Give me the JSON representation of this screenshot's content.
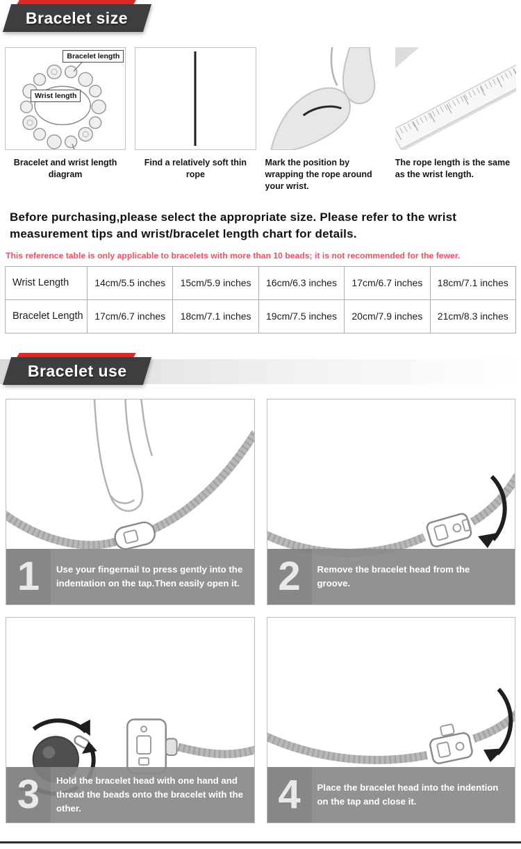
{
  "banners": {
    "size": "Bracelet size",
    "use": "Bracelet use"
  },
  "figures": [
    {
      "caption": "Bracelet and wrist length diagram",
      "labels": {
        "bracelet": "Bracelet length",
        "wrist": "Wrist length"
      }
    },
    {
      "caption": "Find a relatively soft thin rope"
    },
    {
      "caption": "Mark the position by wrapping the rope around your wrist."
    },
    {
      "caption": "The rope length is the same as the wrist length."
    }
  ],
  "intro": "Before purchasing,please select the appropriate size. Please refer to the wrist measurement tips and wrist/bracelet length chart for details.",
  "note": "This reference table is only applicable to bracelets with more than 10 beads; it is not recommended for the fewer.",
  "size_table": {
    "rows": [
      {
        "label": "Wrist Length",
        "values": [
          "14cm/5.5 inches",
          "15cm/5.9 inches",
          "16cm/6.3 inches",
          "17cm/6.7 inches",
          "18cm/7.1 inches"
        ]
      },
      {
        "label": "Bracelet Length",
        "values": [
          "17cm/6.7 inches",
          "18cm/7.1 inches",
          "19cm/7.5 inches",
          "20cm/7.9 inches",
          "21cm/8.3 inches"
        ]
      }
    ]
  },
  "use_steps": [
    {
      "number": "1",
      "text": "Use your fingernail to press gently into the indentation on the tap.Then easily open it."
    },
    {
      "number": "2",
      "text": "Remove the bracelet head from the groove."
    },
    {
      "number": "3",
      "text": "Hold the bracelet head with one hand and thread the beads onto the bracelet with the other."
    },
    {
      "number": "4",
      "text": "Place the bracelet head into the indention on the tap and close it."
    }
  ],
  "colors": {
    "banner_dark": "#3e3e41",
    "banner_red": "#e02727",
    "note_red": "#f84f63",
    "band_gray": "#8a8a8a"
  }
}
